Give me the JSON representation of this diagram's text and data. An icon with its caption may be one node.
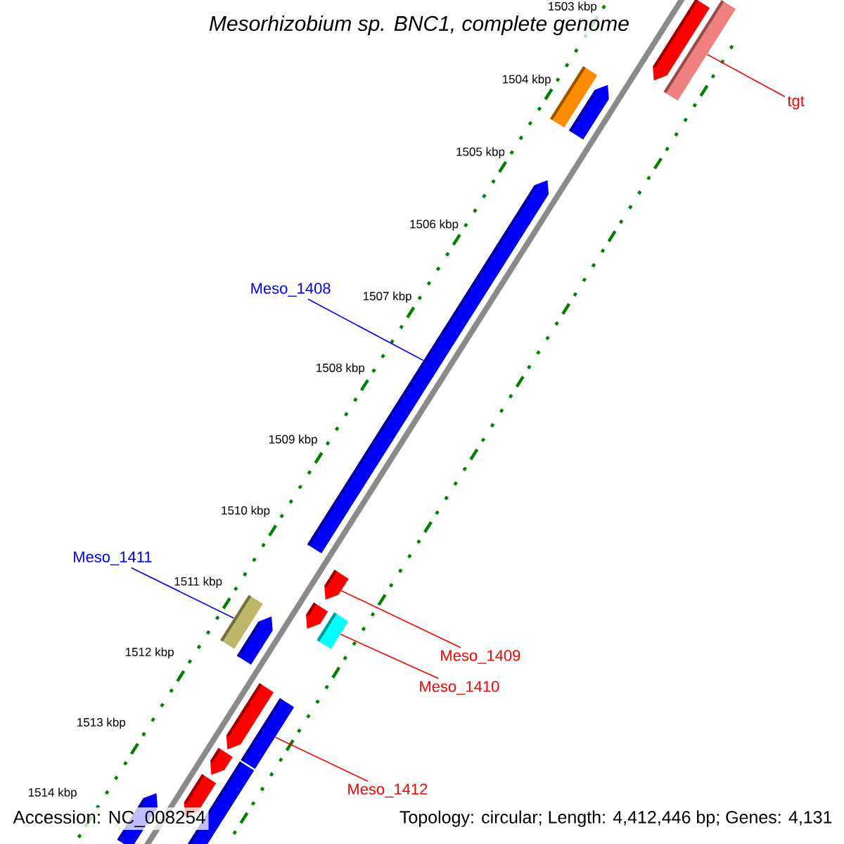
{
  "diagram": {
    "title": "Mesorhizobium sp. BNC1, complete genome",
    "nodes": [
      {
        "text": [],
        "shape": "bar"
      },
      {
        "text": [],
        "shape": "bar"
      },
      {
        "text": [
          "tgt"
        ]
      },
      {
        "text": [],
        "shape": "bar"
      },
      {
        "text": [],
        "shape": "bar"
      },
      {
        "text": [],
        "shape": "bar"
      },
      {
        "text": [
          "Meso_1408"
        ]
      },
      {
        "text": [
          "Meso_1411"
        ]
      },
      {
        "text": [],
        "shape": "bar"
      },
      {
        "text": [],
        "shape": "bar"
      },
      {
        "text": [],
        "shape": "bar"
      },
      {
        "text": [],
        "shape": "bar"
      },
      {
        "text": [],
        "shape": "bar"
      },
      {
        "text": [
          "Meso_1409"
        ]
      },
      {
        "text": [
          "Meso_1410"
        ]
      },
      {
        "text": [],
        "shape": "bar"
      },
      {
        "text": [],
        "shape": "bar"
      },
      {
        "text": [],
        "shape": "bar"
      },
      {
        "text": [],
        "shape": "bar"
      },
      {
        "text": [],
        "shape": "bar"
      },
      {
        "text": [
          "Meso_1412"
        ]
      },
      {
        "text": [],
        "shape": "bar"
      }
    ],
    "edges": [
      {
        "from": 2,
        "to": 1,
        "arrow": "none"
      },
      {
        "from": 6,
        "to": 5,
        "arrow": "none",
        "color": "#0000ff"
      },
      {
        "from": 7,
        "to": 11,
        "arrow": "none",
        "color": "#0000ff"
      },
      {
        "from": 13,
        "to": 8,
        "arrow": "none"
      },
      {
        "from": 14,
        "to": 10,
        "arrow": "none"
      },
      {
        "from": 20,
        "to": 16,
        "arrow": "none"
      }
    ],
    "labels": [
      "1503 kbp",
      "1504 kbp",
      "1505 kbp",
      "1506 kbp",
      "1507 kbp",
      "1508 kbp",
      "1509 kbp",
      "1510 kbp",
      "1511 kbp",
      "1512 kbp",
      "1513 kbp",
      "1514 kbp",
      "Accession: NC_008254",
      "Topology: circular; Length: 4,412,446 bp; Genes: 4,131"
    ]
  }
}
